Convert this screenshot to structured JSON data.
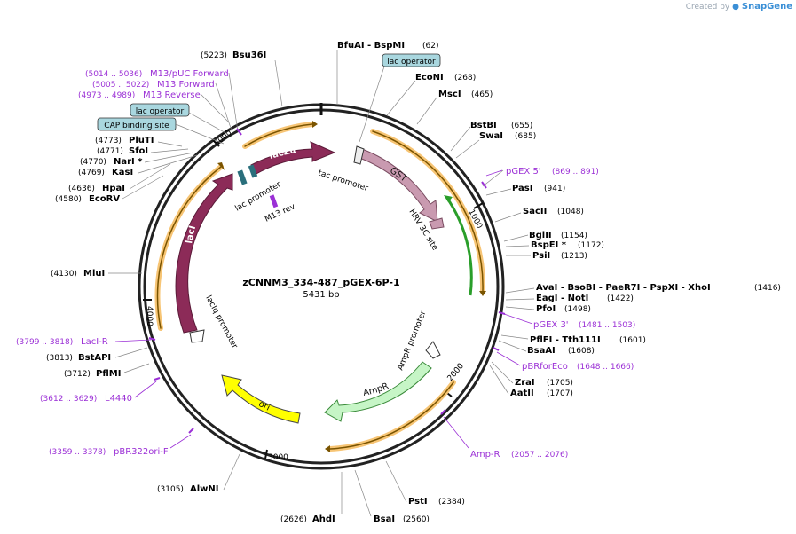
{
  "credit": {
    "prefix": "Created by",
    "brand": "SnapGene"
  },
  "plasmid": {
    "name": "zCNNM3_334-487_pGEX-6P-1",
    "length_label": "5431 bp"
  },
  "ticks": {
    "t1000": "1000",
    "t2000": "2000",
    "t3000": "3000",
    "t4000": "4000",
    "t5000": "5000"
  },
  "colors": {
    "lacZa": "#8c2b58",
    "lacI": "#8c2b58",
    "GST": "#c99ab0",
    "AmpR": "#c6f5c6",
    "ori": "#ffff00",
    "primer": "#9b30d6",
    "feature_box": "#a9d7df",
    "orange_track": "#f7c575",
    "green_track": "#2a9e2a"
  },
  "right_sites": [
    {
      "pos": "(62)",
      "name": "BfuAI  - BspMI"
    },
    {
      "pos": "(268)",
      "name": "EcoNI"
    },
    {
      "pos": "(465)",
      "name": "MscI"
    },
    {
      "pos": "(655)",
      "name": "BstBI"
    },
    {
      "pos": "(685)",
      "name": "SwaI"
    },
    {
      "pos": "(941)",
      "name": "PasI"
    },
    {
      "pos": "(1048)",
      "name": "SacII"
    },
    {
      "pos": "(1154)",
      "name": "BglII"
    },
    {
      "pos": "(1172)",
      "name": "BspEI *"
    },
    {
      "pos": "(1213)",
      "name": "PsiI"
    },
    {
      "pos": "(1416)",
      "name": "AvaI  - BsoBI  - PaeR7I  - PspXI  - XhoI"
    },
    {
      "pos": "(1422)",
      "name": "EagI  - NotI"
    },
    {
      "pos": "(1498)",
      "name": "PfoI"
    },
    {
      "pos": "(1601)",
      "name": "PflFI  - Tth111I"
    },
    {
      "pos": "(1608)",
      "name": "BsaAI"
    },
    {
      "pos": "(1705)",
      "name": "ZraI"
    },
    {
      "pos": "(1707)",
      "name": "AatII"
    },
    {
      "pos": "(2384)",
      "name": "PstI"
    },
    {
      "pos": "(2560)",
      "name": "BsaI"
    },
    {
      "pos": "(2626)",
      "name": "AhdI"
    },
    {
      "pos": "(3105)",
      "name": "AlwNI"
    }
  ],
  "left_sites": [
    {
      "pos": "(5223)",
      "name": "Bsu36I"
    },
    {
      "pos": "(4773)",
      "name": "PluTI"
    },
    {
      "pos": "(4771)",
      "name": "SfoI"
    },
    {
      "pos": "(4770)",
      "name": "NarI *"
    },
    {
      "pos": "(4769)",
      "name": "KasI"
    },
    {
      "pos": "(4636)",
      "name": "HpaI"
    },
    {
      "pos": "(4580)",
      "name": "EcoRV"
    },
    {
      "pos": "(4130)",
      "name": "MluI"
    },
    {
      "pos": "(3813)",
      "name": "BstAPI"
    },
    {
      "pos": "(3712)",
      "name": "PflMI"
    }
  ],
  "primers": [
    {
      "range": "(5014 .. 5036)",
      "name": "M13/pUC Forward"
    },
    {
      "range": "(5005 .. 5022)",
      "name": "M13 Forward"
    },
    {
      "range": "(4973 .. 4989)",
      "name": "M13 Reverse"
    },
    {
      "range": "(869 .. 891)",
      "name": "pGEX 5'"
    },
    {
      "range": "(1481 .. 1503)",
      "name": "pGEX 3'"
    },
    {
      "range": "(1648 .. 1666)",
      "name": "pBRforEco"
    },
    {
      "range": "(2057 .. 2076)",
      "name": "Amp-R"
    },
    {
      "range": "(3799 .. 3818)",
      "name": "LacI-R"
    },
    {
      "range": "(3612 .. 3629)",
      "name": "L4440"
    },
    {
      "range": "(3359 .. 3378)",
      "name": "pBR322ori-F"
    }
  ],
  "feature_boxes": {
    "lac_operator_top": "lac operator",
    "lac_operator_left": "lac operator",
    "cap_site": "CAP binding site"
  },
  "features": {
    "lacZa": "lacZα",
    "lacI": "lacI",
    "GST": "GST",
    "AmpR": "AmpR",
    "ori": "ori",
    "tac_promoter": "tac promoter",
    "lac_promoter": "lac promoter",
    "m13_rev": "M13 rev",
    "hrv_3c": "HRV 3C site",
    "ampr_promoter": "AmpR promoter",
    "laciq_promoter": "lacIq promoter"
  }
}
